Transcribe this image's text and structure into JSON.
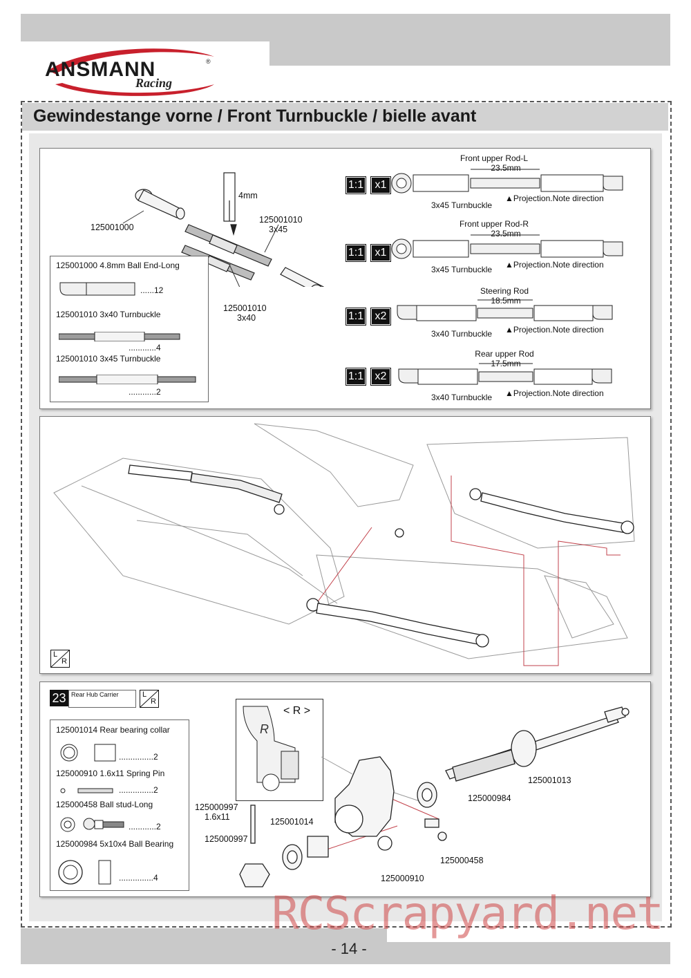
{
  "header": {
    "logo_text": "ANSMANN",
    "logo_racing": "Racing",
    "logo_reg": "®",
    "title": "Gewindestange vorne / Front Turnbuckle / bielle avant"
  },
  "panel1": {
    "labels": {
      "p125001000": "125001000",
      "tool": "4mm",
      "p125001010_a": "125001010",
      "p125001010_a_size": "3x45",
      "p125001010_b": "125001010",
      "p125001010_b_size": "3x40"
    },
    "parts": [
      {
        "label": "125001000  4.8mm Ball End-Long",
        "qty": "......12"
      },
      {
        "label": "125001010  3x40 Turnbuckle",
        "qty": "............4"
      },
      {
        "label": "125001010  3x45 Turnbuckle",
        "qty": "............2"
      }
    ],
    "rods": [
      {
        "scale": "1:1",
        "count": "x1",
        "title": "Front upper Rod-L",
        "dim": "23.5mm",
        "turnbuckle": "3x45 Turnbuckle",
        "note": "▲Projection.Note direction"
      },
      {
        "scale": "1:1",
        "count": "x1",
        "title": "Front upper Rod-R",
        "dim": "23.5mm",
        "turnbuckle": "3x45 Turnbuckle",
        "note": "▲Projection.Note direction"
      },
      {
        "scale": "1:1",
        "count": "x2",
        "title": "Steering Rod",
        "dim": "18.5mm",
        "turnbuckle": "3x40 Turnbuckle",
        "note": "▲Projection.Note direction"
      },
      {
        "scale": "1:1",
        "count": "x2",
        "title": "Rear upper Rod",
        "dim": "17.5mm",
        "turnbuckle": "3x40 Turnbuckle",
        "note": "▲Projection.Note direction"
      }
    ]
  },
  "panel2": {
    "lr_top": "L",
    "lr_bottom": "R"
  },
  "panel3": {
    "step_number": "23",
    "step_title": "Rear Hub Carrier",
    "lr_top": "L",
    "lr_bottom": "R",
    "inset_label": "< R >",
    "inset_letter": "R",
    "parts": [
      {
        "label": "125001014  Rear bearing collar",
        "qty": "...............2"
      },
      {
        "label": "125000910  1.6x11 Spring Pin",
        "qty": "...............2"
      },
      {
        "label": "125000458  Ball stud-Long",
        "qty": "............2"
      },
      {
        "label": "125000984  5x10x4 Ball Bearing",
        "qty": "...............4"
      }
    ],
    "callouts": {
      "c1": "125001013",
      "c2": "125000984",
      "c3": "125000997",
      "c3_size": "1.6x11",
      "c4": "125001014",
      "c5": "125000997",
      "c6": "125000458",
      "c7": "125000910"
    }
  },
  "footer": {
    "page": "- 14 -",
    "watermark": "RCScrapyard.net"
  }
}
